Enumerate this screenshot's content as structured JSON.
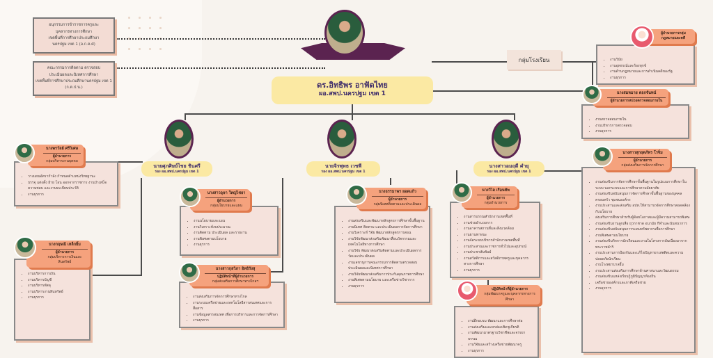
{
  "top_boxes": [
    {
      "lines": [
        "อนุกรรมการข้าราชการครูและ",
        "บุคลากรทางการศึกษา",
        "เขตพื้นที่การศึกษาประถมศึกษา",
        "นครปฐม เขต 1 (อ.ก.ค.ศ)"
      ]
    },
    {
      "lines": [
        "คณะกรรมการติดตาม ตรวจสอบ",
        "ประเมินผลและนิเทศการศึกษา",
        "เขตพื้นที่การศึกษาประถมศึกษานครปฐม เขต 1",
        "(ก.ต.ป.น.)"
      ]
    }
  ],
  "director": {
    "name": "ดร.อิทธิพร อาฟัดไทย",
    "title": "ผอ.สพป.นครปฐม เขต 1"
  },
  "school_group": "กลุ่มโรงเรียน",
  "deputies": [
    {
      "name": "นายศุภศิษย์ไชย ชินศรี",
      "title": "รอง ผอ.สพป.นครปฐม เขต 1"
    },
    {
      "name": "นายจิรพุทธ เวชพี",
      "title": "รอง ผอ.สพป.นครปฐม เขต 1"
    },
    {
      "name": "นางสาวอมฤดี คำยุ",
      "title": "รอง ผอ.สพป.นครปฐม เขต 1"
    }
  ],
  "groups": {
    "legal": {
      "name": "",
      "role": "ผู้อำนวยการกลุ่มกฎหมายและคดี",
      "items": [
        "งานวินัย",
        "งานอุทธรณ์และร้องทุกข์",
        "งานด้านกฎหมายและการดำเนินคดีของรัฐ",
        "งานธุรการ"
      ]
    },
    "audit": {
      "name": "นางสมหมาย ดอกจันทน์",
      "role": "ผู้อำนวยการหน่วยตรวจสอบภายใน",
      "items": [
        "งานตรวจสอบภายใน",
        "งานบริหารการตรวจสอบ",
        "งานธุรการ"
      ]
    },
    "hr": {
      "name": "นางพรวัลย์ ศรีวิเศษ",
      "role": "ผู้อำนวยการ",
      "role2": "กลุ่มบริหารงานบุคคล",
      "items": [
        "วางแผนอัตรากำลัง กำหนดตำแหน่งวิทยฐานะ",
        "บรรจุ แต่งตั้ง ย้าย โอน ออกจากราชการ งานบำเหน็จความชอบ และงานทะเบียนประวัติ",
        "งานธุรการ"
      ]
    },
    "finance": {
      "name": "นางกฤษณี เหล็กยิ้ม",
      "role": "ผู้อำนวยการ",
      "role2": "กลุ่มบริหารการเงินและสินทรัพย์",
      "items": [
        "งานบริหารการเงิน",
        "งานบริหารบัญชี",
        "งานบริหารพัสดุ",
        "งานบริหารงานสินทรัพย์",
        "งานธุรการ"
      ]
    },
    "policy": {
      "name": "นางสาวอุษา ใหญ่ไชยา",
      "role": "ผู้อำนวยการ",
      "role2": "กลุ่มนโยบายและแผน",
      "items": [
        "งานนโยบายและแผน",
        "งานวิเคราะห์งบประมาณ",
        "งานติดตาม ประเมินผล และรายงาน",
        "งานพิเศษตามนโยบาย",
        "งานธุรการ"
      ]
    },
    "ict": {
      "name": "นางสาวกุลวิภา อิทธิรังสุ",
      "role": "ปฏิบัติหน้าที่ผู้อำนวยการ",
      "role2": "กลุ่มส่งเสริมการศึกษาทางไกลฯ",
      "items": [
        "งานส่งเสริมการจัดการศึกษาทางไกล",
        "งานระบบเครือข่ายและเทคโนโลยีสารสนเทศและการสื่อสาร",
        "งานข้อมูลสารสนเทศ เพื่อการบริหารและการจัดการศึกษา",
        "งานธุรการ"
      ]
    },
    "curriculum": {
      "name": "นางธรรมาพร ยอดแก้ว",
      "role": "ผู้อำนวยการ",
      "role2": "กลุ่มนิเทศติดตามและประเมินผล",
      "items": [
        "งานส่งเสริมและพัฒนาหลักสูตรการศึกษาขั้นพื้นฐาน",
        "งานนิเทศ ติดตาม และประเมินผลการจัดการศึกษา",
        "งานวิเคราะห์ วิจัย พัฒนาหลักสูตรการสอน",
        "งานวิจัยพัฒนาส่งเสริมพัฒนาสื่อนวัตกรรมและเทคโนโลยีทางการศึกษา",
        "งานวิจัย พัฒนาส่งเสริมติดตามและประเมินผลการวัดและประเมินผล",
        "งานเลขานุการคณะกรรมการติดตามตรวจสอบประเมินผลและนิเทศการศึกษา",
        "งานวิจัยพัฒนาส่งเสริมการประกันคุณภาพการศึกษา",
        "งานพิเศษตามนโยบาย และเครือข่ายวิชาการ",
        "งานธุรการ"
      ]
    },
    "admin": {
      "name": "นางวิไล เรือนทัพ",
      "role": "ผู้อำนวยการ",
      "role2": "กลุ่มอำนวยการ",
      "items": [
        "งานสารบรรณสำนักงานเขตพื้นที่",
        "งานช่วยอำนวยการ",
        "งานอาคารสถานที่และสิ่งแวดล้อม",
        "งานยานพาหนะ",
        "งานจัดระบบบริหารสำนักงานเขตพื้นที่",
        "งานประสานและราชการทั่วไปและอุปกรณ์",
        "งานประชาสัมพันธ์",
        "งานสวัสดิการและสวัสดิภาพครูและบุคลากรทางการศึกษา",
        "งานธุรการ"
      ]
    },
    "teacher_dev": {
      "name": "",
      "role": "ปฏิบัติหน้าที่ผู้อำนวยการ",
      "role2": "กลุ่มพัฒนาครูและบุคลากรทางการศึกษา",
      "items": [
        "งานฝึกอบรม พัฒนาและการศึกษาต่อ",
        "งานส่งเสริมและยกย่องเชิดชูเกียรติ",
        "งานพัฒนามาตรฐานวิชาชีพและจรรยาบรรณ",
        "งานวิจัยและสร้างเครือข่ายพัฒนาครู",
        "งานธุรการ"
      ]
    },
    "promotion": {
      "name": "นางสาวสุกฤตภัทร โรจิ่ม",
      "role": "ผู้อำนวยการ",
      "role2": "กลุ่มส่งเสริมการจัดการศึกษา",
      "items": [
        "งานส่งเสริมการจัดการศึกษาขั้นพื้นฐานในรูปแบบการศึกษาในระบบ นอกระบบและการศึกษาตามอัธยาศัย",
        "งานส่งเสริมสนับสนุนการจัดการศึกษาขั้นพื้นฐานของบุคคล ครอบครัว ชุมชนองค์กร",
        "งานประสานและส่งเสริม อปท.ให้สามารถจัดการศึกษาสอดคล้องกับนโยบาย",
        "ส่งเสริมการศึกษาสำหรับผู้ด้อยโอกาสและผู้มีความสามารถพิเศษ",
        "งานส่งเสริมงานลูกเสือ ยุวกาชาด อนามัย กีฬาและนันทนาการ",
        "งานส่งเสริมสนับสนุนการระดมทรัพยากรเพื่อการศึกษา",
        "งานพิเศษตามนโยบาย",
        "งานส่งเสริมกิจการนักเรียนและงานในโครงการอันเนื่องมาจากพระราชดำริ",
        "งานประสานการป้องกันและแก้ไขปัญหายาเสพติดและความปลอดภัยนักเรียน",
        "งานโรงพยาบาลยิ้ม",
        "งานประสานส่งเสริมการศึกษาด้านศาสนาและวัฒนธรรม",
        "งานส่งเสริมแหล่งเรียนรู้ภูมิปัญญาท้องถิ่น",
        "เครือข่ายองค์กรและภาคีเครือข่าย",
        "งานธุรการ"
      ]
    }
  }
}
